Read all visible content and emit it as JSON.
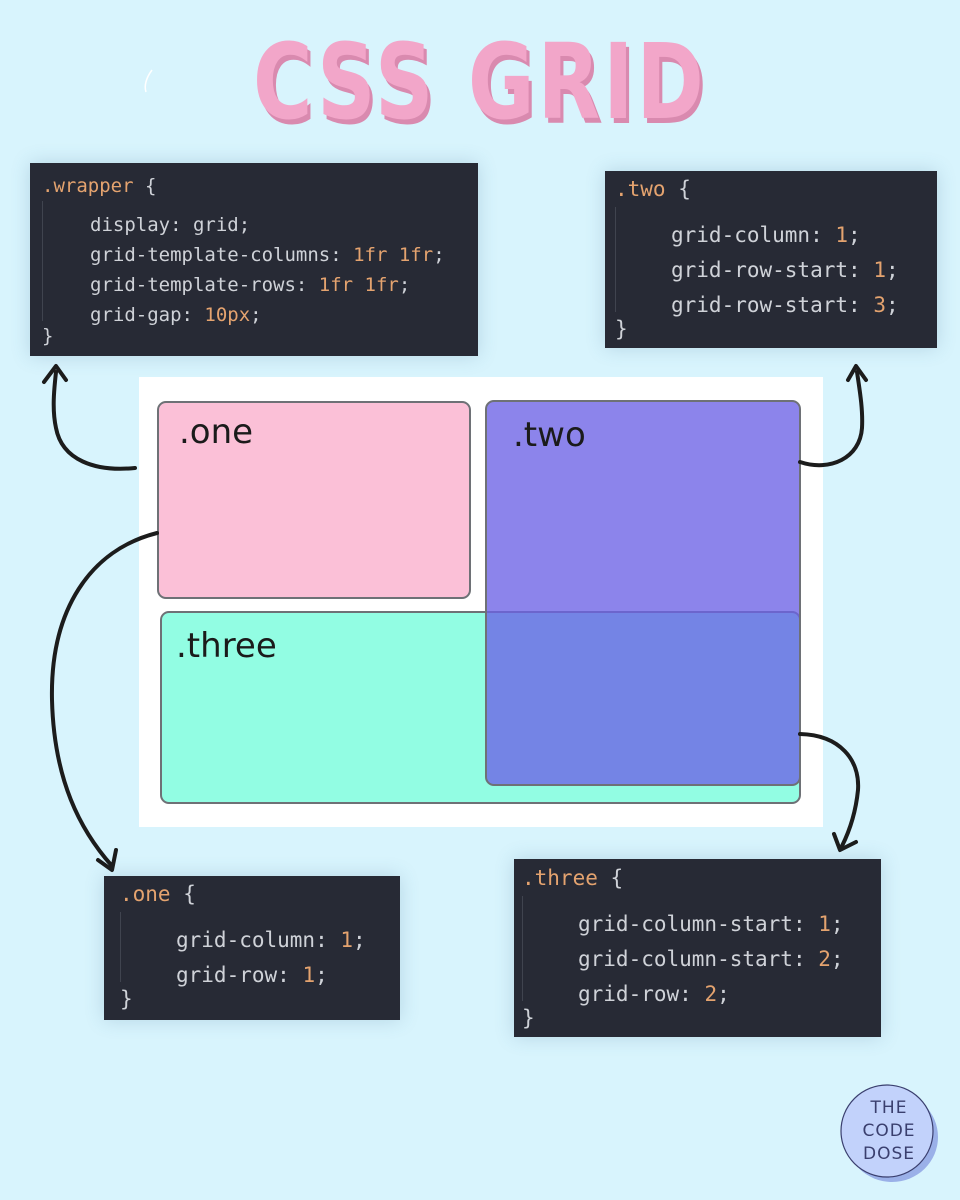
{
  "title": "CSS GRID",
  "colors": {
    "background": "#d8f4fd",
    "title": "#f2a6c9",
    "code_bg": "#272a35",
    "code_text": "#cfd2d8",
    "code_accent": "#e4a36f",
    "cell_one": "#fbc0d7",
    "cell_two": "#8a7fe8",
    "cell_three": "#92fce4"
  },
  "code_blocks": {
    "wrapper": {
      "selector": ".wrapper",
      "open": "{",
      "close": "}",
      "props": [
        {
          "prop": "display",
          "value": "grid"
        },
        {
          "prop": "grid-template-columns",
          "value": "1fr 1fr"
        },
        {
          "prop": "grid-template-rows",
          "value": "1fr 1fr"
        },
        {
          "prop": "grid-gap",
          "value": "10px"
        }
      ]
    },
    "two": {
      "selector": ".two",
      "open": "{",
      "close": "}",
      "props": [
        {
          "prop": "grid-column",
          "value": "1"
        },
        {
          "prop": "grid-row-start",
          "value": "1"
        },
        {
          "prop": "grid-row-start",
          "value": "3"
        }
      ]
    },
    "one": {
      "selector": ".one",
      "open": "{",
      "close": "}",
      "props": [
        {
          "prop": "grid-column",
          "value": "1"
        },
        {
          "prop": "grid-row",
          "value": "1"
        }
      ]
    },
    "three": {
      "selector": ".three",
      "open": "{",
      "close": "}",
      "props": [
        {
          "prop": "grid-column-start",
          "value": "1"
        },
        {
          "prop": "grid-column-start",
          "value": "2"
        },
        {
          "prop": "grid-row",
          "value": "2"
        }
      ]
    }
  },
  "grid_cells": {
    "one": ".one",
    "two": ".two",
    "three": ".three"
  },
  "logo": {
    "line1": "THE",
    "line2": "CODE",
    "line3": "DOSE"
  }
}
